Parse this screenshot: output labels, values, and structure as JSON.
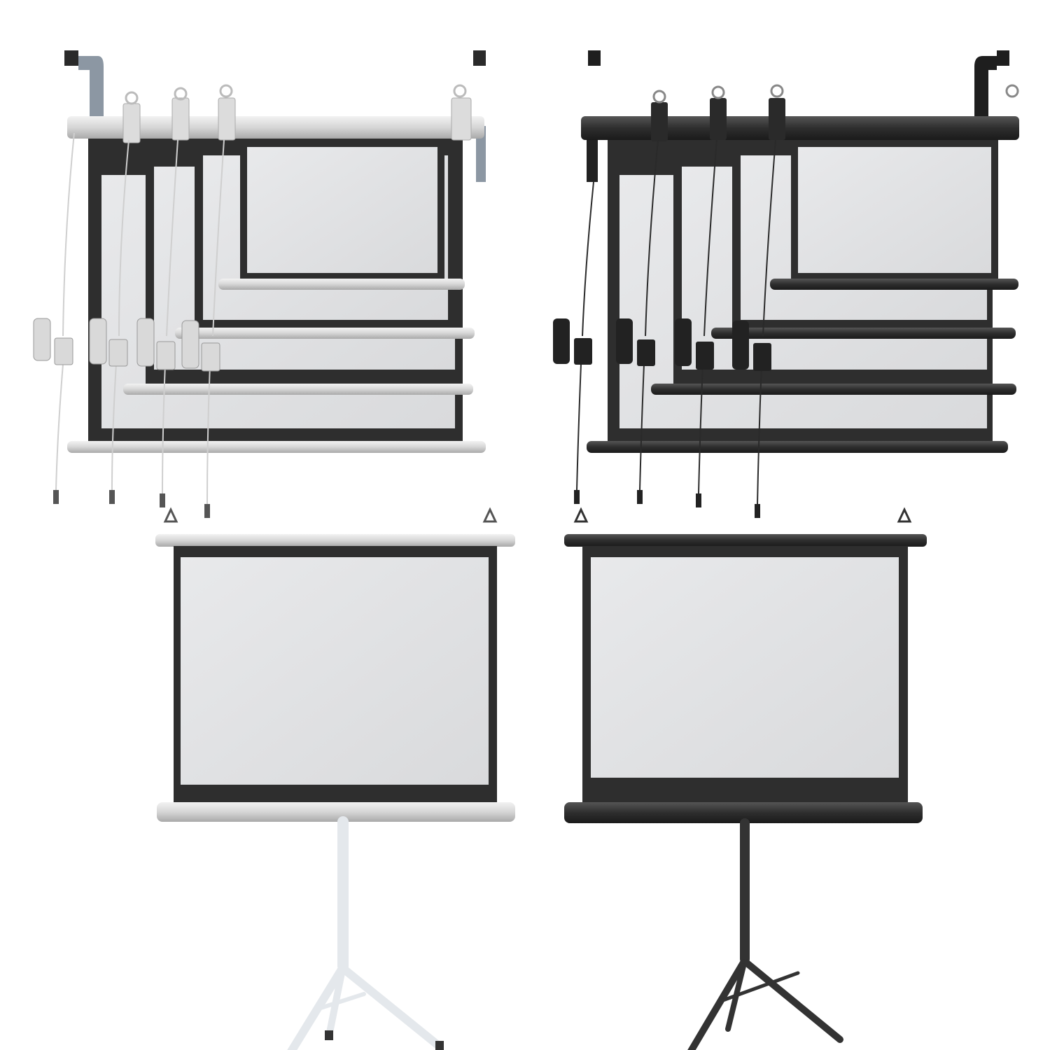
{
  "scene": {
    "background": "#ffffff",
    "variants": [
      {
        "finish": "white",
        "tube_color": "#d9d9d9",
        "frame_color": "#2e2e2e",
        "surface_color": "#e3e4e6",
        "cable_color": "#cfcfcf"
      },
      {
        "finish": "black",
        "tube_color": "#2f2f2f",
        "frame_color": "#2e2e2e",
        "surface_color": "#e3e4e6",
        "cable_color": "#2a2a2a"
      }
    ],
    "objects": [
      "motorized-wall-screens-white",
      "motorized-wall-screens-black",
      "tripod-screen-white",
      "tripod-screen-black"
    ]
  }
}
